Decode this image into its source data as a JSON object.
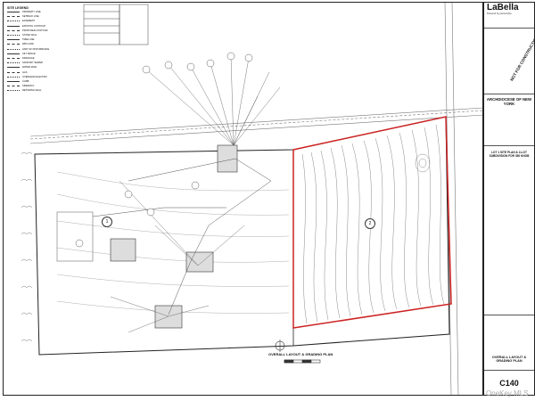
{
  "legend": {
    "title": "SITE LEGEND",
    "items": [
      "PROPERTY LINE",
      "SETBACK LINE",
      "EASEMENT",
      "EXISTING CONTOUR",
      "PROPOSED CONTOUR",
      "STONE WALL",
      "TREE LINE",
      "WETLAND",
      "LIMIT OF DISTURBANCE",
      "SILT FENCE",
      "DRAINAGE",
      "SANITARY SEWER",
      "WATER MAIN",
      "GAS",
      "OVERHEAD ELECTRIC",
      "CURB",
      "SIDEWALK",
      "RETAINING WALL"
    ]
  },
  "plan": {
    "lots": [
      "1",
      "2"
    ],
    "title": "OVERALL LAYOUT & GRADING PLAN",
    "highlight_color": "#cc2222"
  },
  "title_block": {
    "company": "LaBella",
    "tagline": "Powered by partnership.",
    "stamp": "NOT FOR CONSTRUCTION",
    "client": "ARCHDIOCESE OF NEW YORK",
    "project": "LOT 1 SITE PLAN & 2-LOT SUBDIVISION FOR 350 KNOB",
    "sheet_title": "OVERALL LAYOUT & GRADING PLAN",
    "sheet_number": "C140"
  },
  "watermark": "OneKey MLS"
}
